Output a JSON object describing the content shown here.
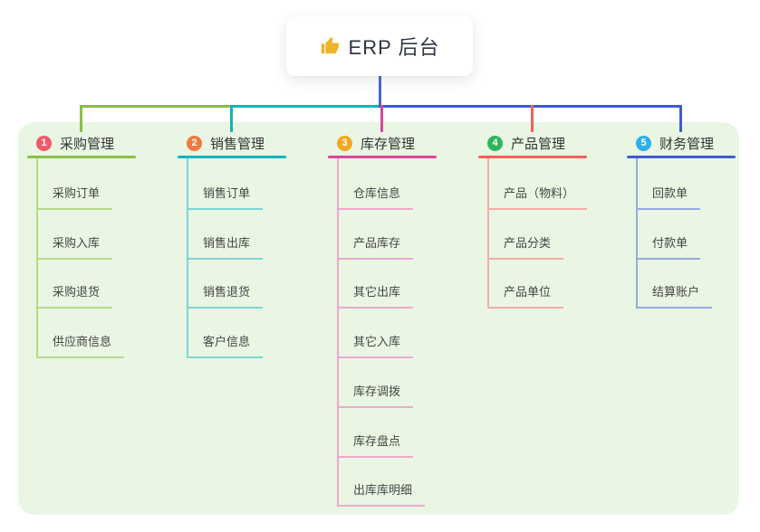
{
  "root": {
    "label": "ERP 后台",
    "icon": "thumbs-up-icon",
    "icon_color": "#f0b42c",
    "line_color": "#4c63cc"
  },
  "panel": {
    "background_color": "#e9f6e3"
  },
  "branches": [
    {
      "num": "1",
      "label": "采购管理",
      "badge_color": "#ee5b68",
      "line_color": "#8bbf4d",
      "child_line_color": "#b5da8a",
      "children": [
        "采购订单",
        "采购入库",
        "采购退货",
        "供应商信息"
      ]
    },
    {
      "num": "2",
      "label": "销售管理",
      "badge_color": "#f27a3d",
      "line_color": "#12b4ba",
      "child_line_color": "#7fd5d8",
      "children": [
        "销售订单",
        "销售出库",
        "销售退货",
        "客户信息"
      ]
    },
    {
      "num": "3",
      "label": "库存管理",
      "badge_color": "#f5a81f",
      "line_color": "#d8489a",
      "child_line_color": "#edaacd",
      "children": [
        "仓库信息",
        "产品库存",
        "其它出库",
        "其它入库",
        "库存调拨",
        "库存盘点",
        "出库库明细"
      ]
    },
    {
      "num": "4",
      "label": "产品管理",
      "badge_color": "#2fb65d",
      "line_color": "#f2625c",
      "child_line_color": "#f8aba5",
      "children": [
        "产品（物料）",
        "产品分类",
        "产品单位"
      ]
    },
    {
      "num": "5",
      "label": "财务管理",
      "badge_color": "#2cb0e9",
      "line_color": "#3e5ecd",
      "child_line_color": "#97abe2",
      "children": [
        "回款单",
        "付款单",
        "结算账户"
      ]
    }
  ]
}
